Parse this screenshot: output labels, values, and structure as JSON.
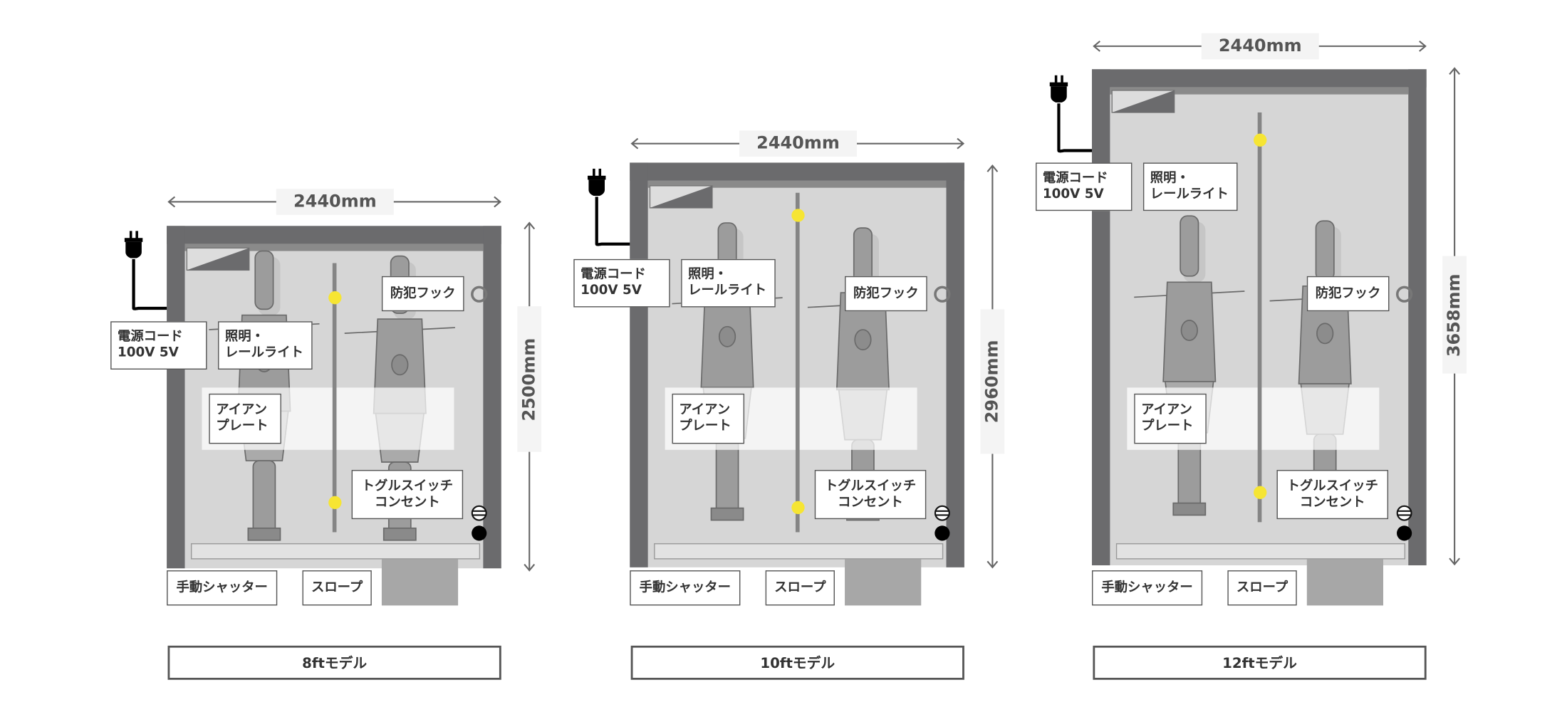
{
  "labels": {
    "power_cord": [
      "電源コード",
      "100V 5V"
    ],
    "lighting": [
      "照明・",
      "レールライト"
    ],
    "security_hook": "防犯フック",
    "iron_plate": [
      "アイアン",
      "プレート"
    ],
    "toggle_switch": [
      "トグルスイッチ",
      "コンセント"
    ],
    "manual_shutter": "手動シャッター",
    "slope": "スロープ"
  },
  "colors": {
    "frame": "#6b6b6d",
    "floor": "#d6d6d6",
    "light_dot": "#f6e533",
    "slope": "#a7a7a7"
  },
  "models": [
    {
      "name": "8ftモデル",
      "width": "2440mm",
      "depth": "2500mm"
    },
    {
      "name": "10ftモデル",
      "width": "2440mm",
      "depth": "2960mm"
    },
    {
      "name": "12ftモデル",
      "width": "2440mm",
      "depth": "3658mm"
    }
  ]
}
